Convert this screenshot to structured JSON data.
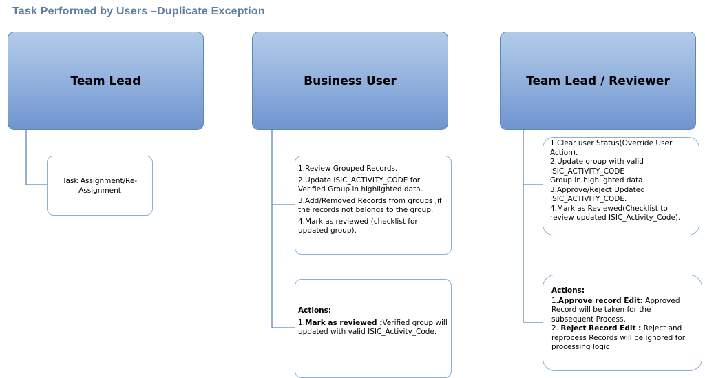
{
  "title": "Task Performed by Users –Duplicate Exception",
  "columns": [
    {
      "header": "Team Lead",
      "tasks": [
        "Task Assignment/Re-",
        "Assignment"
      ]
    },
    {
      "header": "Business User",
      "tasks": [
        "1.Review Grouped Records.",
        "2.Update ISIC_ACTIVITY_CODE  for",
        "Verified Group in highlighted data.",
        "3.Add/Removed Records from groups ,if",
        "the records not belongs to the group.",
        "4.Mark as reviewed (checklist for",
        "updated group)."
      ],
      "actions": {
        "heading": "Actions:",
        "items": [
          {
            "prefix": "1.",
            "bold": "Mark as reviewed :",
            "rest_line1": "Verified group will",
            "rest_line2": "updated with valid ISIC_Activity_Code."
          }
        ]
      }
    },
    {
      "header": "Team Lead / Reviewer",
      "tasks": [
        "1.Clear user Status(Override User",
        "Action).",
        "2.Update group with valid",
        "ISIC_ACTIVITY_CODE",
        "Group in highlighted data.",
        "3.Approve/Reject Updated",
        "ISIC_ACTIVITY_CODE.",
        "4.Mark as Reviewed(Checklist to",
        "review updated ISIC_Activity_Code)."
      ],
      "actions": {
        "heading": "Actions:",
        "items": [
          {
            "prefix": "1.",
            "bold": "Approve record Edit:",
            "rest_line1": " Approved",
            "rest_lines": [
              "Record will be taken for the",
              "subsequent Process."
            ]
          },
          {
            "prefix": "2. ",
            "bold": "Reject Record Edit :",
            "rest_line1": " Reject and",
            "rest_lines": [
              "reprocess Records will be ignored for",
              "processing logic"
            ]
          }
        ]
      }
    }
  ]
}
